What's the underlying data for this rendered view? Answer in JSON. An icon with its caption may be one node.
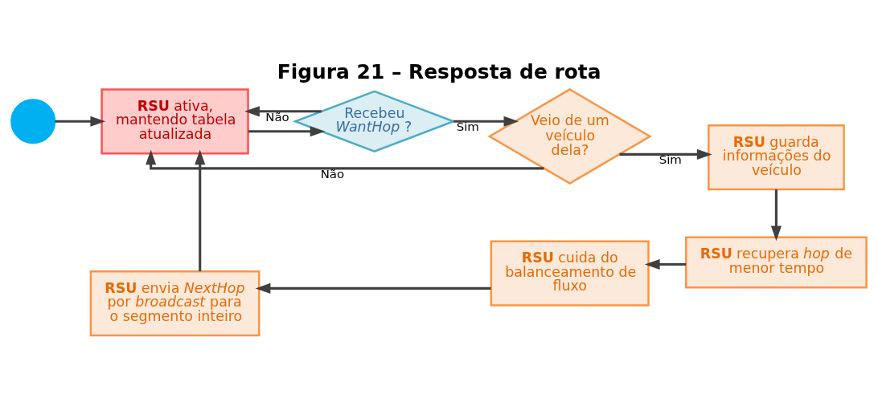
{
  "diagram": {
    "title": "Figura 21 – Resposta de rota",
    "nodes": [
      {
        "text": [],
        "shape": "circle"
      },
      {
        "text": [
          "**RSU** ativa, mantendo tabela atualizada"
        ]
      },
      {
        "text": [
          "Recebeu *WantHop* ?"
        ]
      },
      {
        "text": [
          "Veio de um veículo dela?"
        ]
      },
      {
        "text": [
          "**RSU** guarda informações do veículo"
        ]
      },
      {
        "text": [
          "**RSU** recupera *hop* de menor tempo"
        ]
      },
      {
        "text": [
          "**RSU** cuida do balanceamento de fluxo"
        ]
      },
      {
        "text": [
          "**RSU** envia *NextHop* por *broadcast* para o segmento inteiro"
        ]
      }
    ],
    "edges": [
      {
        "from": 0,
        "to": 1,
        "arrow": "to"
      },
      {
        "from": 1,
        "to": 2,
        "arrow": "to"
      },
      {
        "from": 2,
        "to": 3,
        "label": "Sim",
        "arrow": "to"
      },
      {
        "from": 3,
        "to": 4,
        "label": "Sim",
        "arrow": "to"
      },
      {
        "from": 4,
        "to": 5,
        "arrow": "to"
      },
      {
        "from": 5,
        "to": 6,
        "arrow": "to"
      },
      {
        "from": 6,
        "to": 7,
        "arrow": "to"
      },
      {
        "from": 7,
        "to": 1,
        "arrow": "to"
      },
      {
        "from": 2,
        "to": 1,
        "label": "Não",
        "arrow": "to"
      },
      {
        "from": 3,
        "to": 1,
        "label": "Não",
        "arrow": "to"
      }
    ]
  }
}
